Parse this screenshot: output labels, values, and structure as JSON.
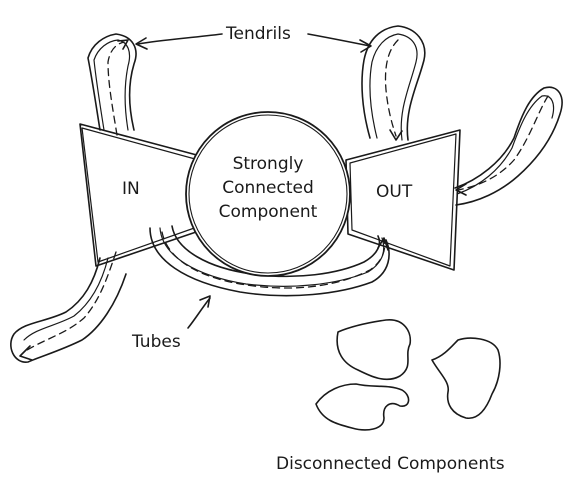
{
  "labels": {
    "tendrils": "Tendrils",
    "in": "IN",
    "out": "OUT",
    "scc_line1": "Strongly",
    "scc_line2": "Connected",
    "scc_line3": "Component",
    "tubes": "Tubes",
    "disconnected": "Disconnected Components"
  }
}
